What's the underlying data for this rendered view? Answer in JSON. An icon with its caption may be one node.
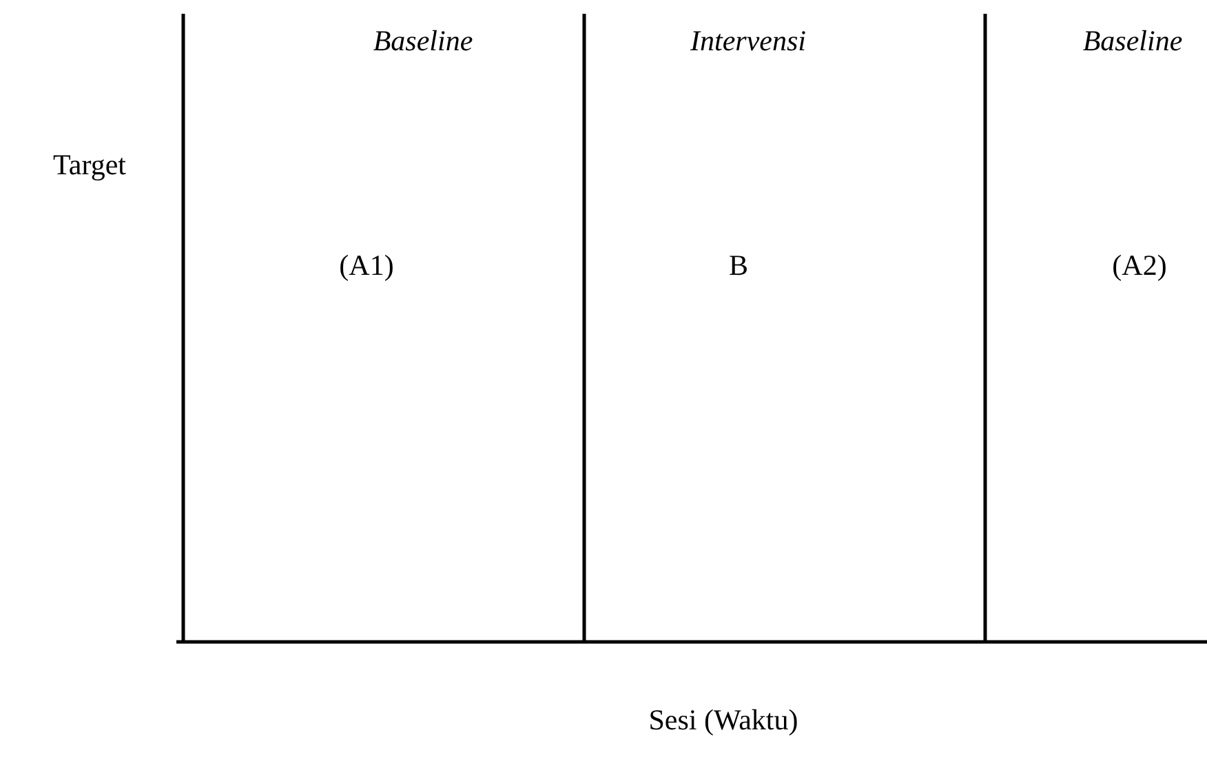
{
  "diagram": {
    "labels": [
      "Baseline",
      "Intervensi",
      "Baseline",
      "Target",
      "(A1)",
      "B",
      "(A2)",
      "Sesi (Waktu)"
    ]
  }
}
